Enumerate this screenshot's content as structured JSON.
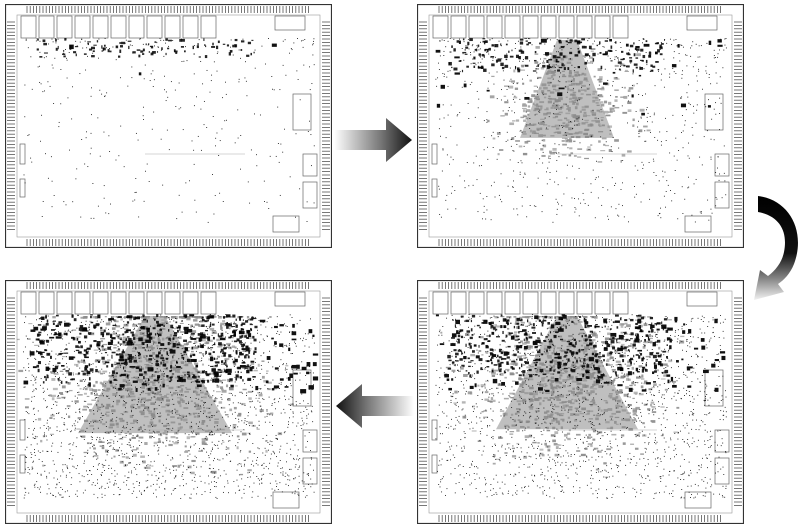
{
  "figure": {
    "panels": [
      {
        "id": "stage-1",
        "density": 0.15,
        "gray_core": 0.0
      },
      {
        "id": "stage-2",
        "density": 0.35,
        "gray_core": 0.45
      },
      {
        "id": "stage-3",
        "density": 0.75,
        "gray_core": 0.85
      },
      {
        "id": "stage-4",
        "density": 0.85,
        "gray_core": 0.95
      }
    ],
    "sequence": [
      "stage-1",
      "stage-2",
      "stage-3",
      "stage-4"
    ],
    "arrows": [
      {
        "from": "stage-1",
        "to": "stage-2",
        "direction": "right",
        "style": "gradient-block-arrow"
      },
      {
        "from": "stage-2",
        "to": "stage-3",
        "direction": "curved-down",
        "style": "black-curved-arrow"
      },
      {
        "from": "stage-3",
        "to": "stage-4",
        "direction": "left",
        "style": "gradient-block-arrow"
      }
    ],
    "colors": {
      "border": "#333333",
      "pins": "#555555",
      "dots": "#111111",
      "gray_mass": "#8a8a8a",
      "arrow_dark": "#111111",
      "arrow_light": "#f0f0f0"
    }
  }
}
